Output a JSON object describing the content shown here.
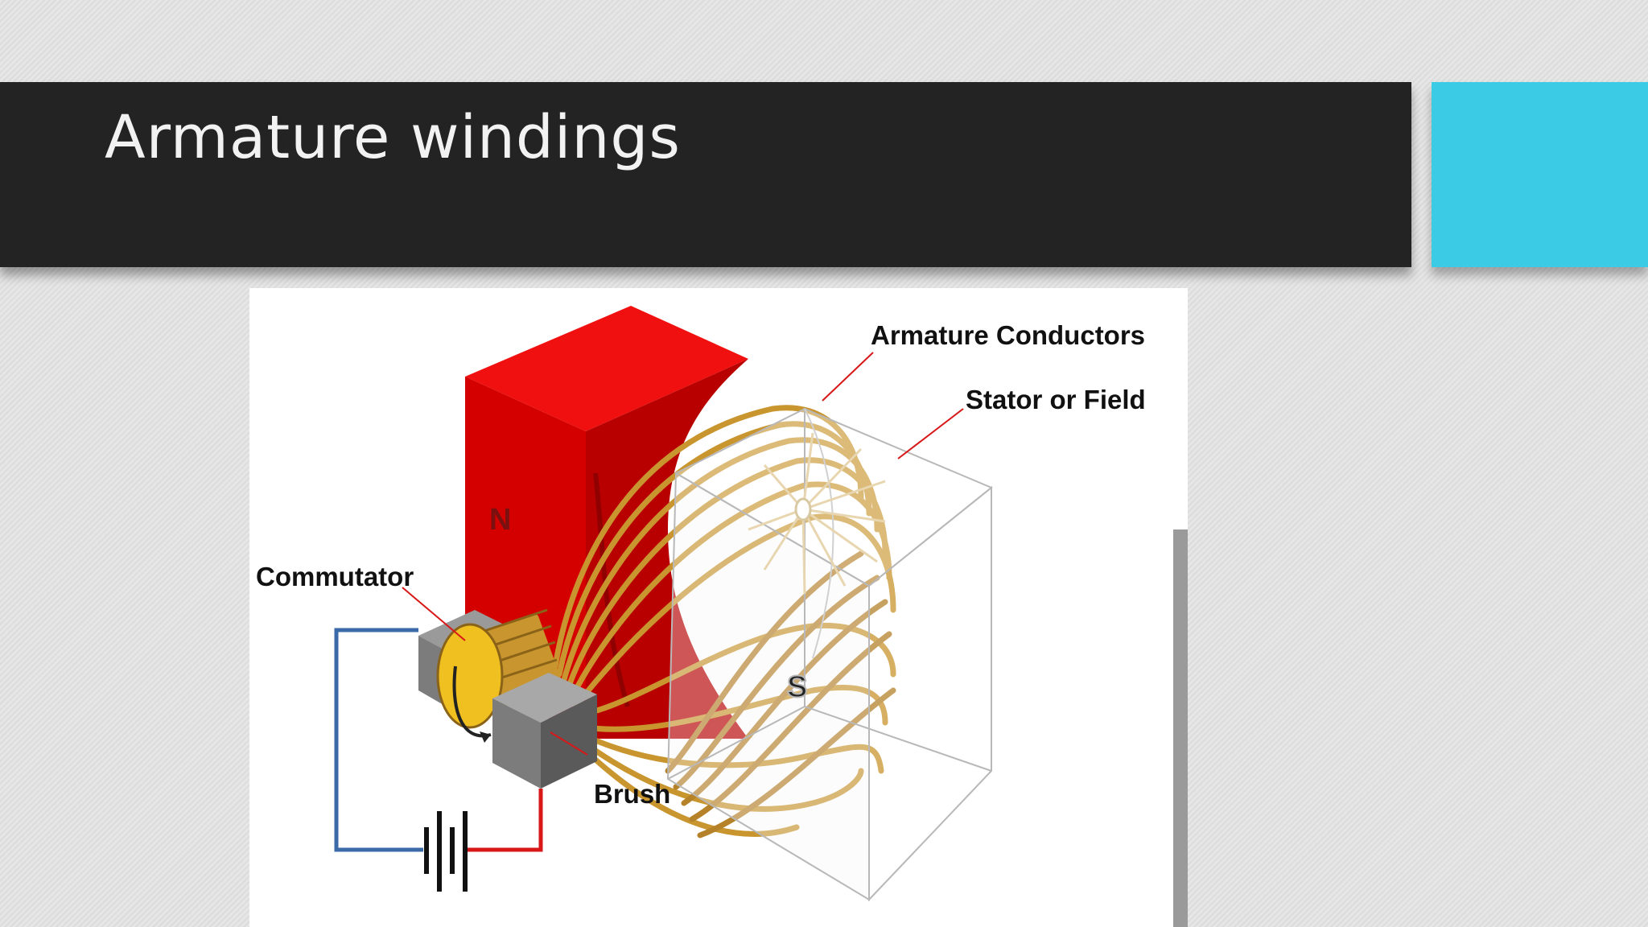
{
  "slide": {
    "title": "Armature windings"
  },
  "figure": {
    "labels": {
      "armature_conductors": "Armature Conductors",
      "stator_or_field": "Stator or Field",
      "commutator": "Commutator",
      "brush": "Brush",
      "north_pole": "N",
      "south_pole": "S"
    },
    "colors": {
      "north_magnet": "#e00000",
      "windings": "#c9952e",
      "commutator": "#f0c020",
      "brush": "#6b6b6b",
      "wire_negative": "#3a6aa8",
      "wire_positive": "#d81818",
      "title_bar": "#232323",
      "accent": "#3ccbe4"
    }
  }
}
